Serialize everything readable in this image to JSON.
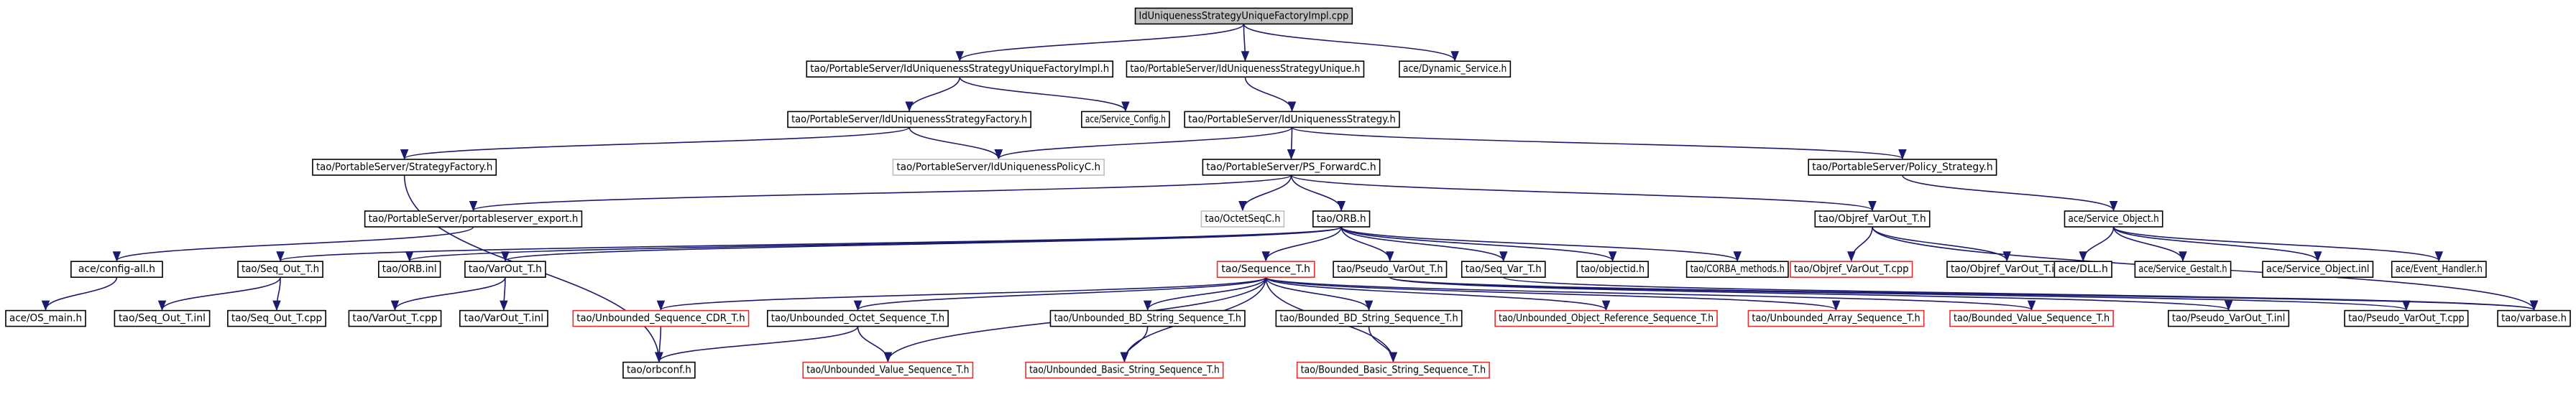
{
  "graph": {
    "colors": {
      "edge": "#1a1a6e",
      "border": "#000000",
      "missing": "#e03030",
      "gray": "#bfbfbf",
      "root_fill": "#bfbfbf"
    },
    "nodes": [
      {
        "id": "root",
        "label": "IdUniquenessStrategyUniqueFactoryImpl.cpp",
        "kind": "root"
      },
      {
        "id": "ufi",
        "label": "tao/PortableServer/IdUniquenessStrategyUniqueFactoryImpl.h",
        "kind": "normal"
      },
      {
        "id": "uni",
        "label": "tao/PortableServer/IdUniquenessStrategyUnique.h",
        "kind": "normal"
      },
      {
        "id": "dyn",
        "label": "ace/Dynamic_Service.h",
        "kind": "normal"
      },
      {
        "id": "fac",
        "label": "tao/PortableServer/IdUniquenessStrategyFactory.h",
        "kind": "normal"
      },
      {
        "id": "scfg",
        "label": "ace/Service_Config.h",
        "kind": "normal"
      },
      {
        "id": "strat",
        "label": "tao/PortableServer/IdUniquenessStrategy.h",
        "kind": "normal"
      },
      {
        "id": "sf",
        "label": "tao/PortableServer/StrategyFactory.h",
        "kind": "normal"
      },
      {
        "id": "pol",
        "label": "tao/PortableServer/IdUniquenessPolicyC.h",
        "kind": "gray"
      },
      {
        "id": "psf",
        "label": "tao/PortableServer/PS_ForwardC.h",
        "kind": "normal"
      },
      {
        "id": "polstr",
        "label": "tao/PortableServer/Policy_Strategy.h",
        "kind": "normal"
      },
      {
        "id": "pse",
        "label": "tao/PortableServer/portableserver_export.h",
        "kind": "normal"
      },
      {
        "id": "octet",
        "label": "tao/OctetSeqC.h",
        "kind": "gray"
      },
      {
        "id": "orb",
        "label": "tao/ORB.h",
        "kind": "normal"
      },
      {
        "id": "objv",
        "label": "tao/Objref_VarOut_T.h",
        "kind": "normal"
      },
      {
        "id": "svcobj",
        "label": "ace/Service_Object.h",
        "kind": "normal"
      },
      {
        "id": "cfgall",
        "label": "ace/config-all.h",
        "kind": "normal"
      },
      {
        "id": "seqout",
        "label": "tao/Seq_Out_T.h",
        "kind": "normal"
      },
      {
        "id": "orbinl",
        "label": "tao/ORB.inl",
        "kind": "normal"
      },
      {
        "id": "varout",
        "label": "tao/VarOut_T.h",
        "kind": "normal"
      },
      {
        "id": "seqt",
        "label": "tao/Sequence_T.h",
        "kind": "missing"
      },
      {
        "id": "pvo",
        "label": "tao/Pseudo_VarOut_T.h",
        "kind": "normal"
      },
      {
        "id": "seqv",
        "label": "tao/Seq_Var_T.h",
        "kind": "normal"
      },
      {
        "id": "objid",
        "label": "tao/objectid.h",
        "kind": "normal"
      },
      {
        "id": "corba",
        "label": "tao/CORBA_methods.h",
        "kind": "normal"
      },
      {
        "id": "objvcpp",
        "label": "tao/Objref_VarOut_T.cpp",
        "kind": "missing"
      },
      {
        "id": "objvinl",
        "label": "tao/Objref_VarOut_T.inl",
        "kind": "normal"
      },
      {
        "id": "dll",
        "label": "ace/DLL.h",
        "kind": "normal"
      },
      {
        "id": "gest",
        "label": "ace/Service_Gestalt.h",
        "kind": "normal"
      },
      {
        "id": "svcinl",
        "label": "ace/Service_Object.inl",
        "kind": "normal"
      },
      {
        "id": "evh",
        "label": "ace/Event_Handler.h",
        "kind": "normal"
      },
      {
        "id": "osmain",
        "label": "ace/OS_main.h",
        "kind": "normal"
      },
      {
        "id": "seqoinl",
        "label": "tao/Seq_Out_T.inl",
        "kind": "normal"
      },
      {
        "id": "seqocpp",
        "label": "tao/Seq_Out_T.cpp",
        "kind": "normal"
      },
      {
        "id": "varcpp",
        "label": "tao/VarOut_T.cpp",
        "kind": "normal"
      },
      {
        "id": "varinl",
        "label": "tao/VarOut_T.inl",
        "kind": "normal"
      },
      {
        "id": "ucdr",
        "label": "tao/Unbounded_Sequence_CDR_T.h",
        "kind": "missing"
      },
      {
        "id": "uoct",
        "label": "tao/Unbounded_Octet_Sequence_T.h",
        "kind": "normal"
      },
      {
        "id": "ubds",
        "label": "tao/Unbounded_BD_String_Sequence_T.h",
        "kind": "normal"
      },
      {
        "id": "bbds",
        "label": "tao/Bounded_BD_String_Sequence_T.h",
        "kind": "normal"
      },
      {
        "id": "uobj",
        "label": "tao/Unbounded_Object_Reference_Sequence_T.h",
        "kind": "missing"
      },
      {
        "id": "uarr",
        "label": "tao/Unbounded_Array_Sequence_T.h",
        "kind": "missing"
      },
      {
        "id": "bval",
        "label": "tao/Bounded_Value_Sequence_T.h",
        "kind": "missing"
      },
      {
        "id": "pvinl",
        "label": "tao/Pseudo_VarOut_T.inl",
        "kind": "normal"
      },
      {
        "id": "pvcpp",
        "label": "tao/Pseudo_VarOut_T.cpp",
        "kind": "normal"
      },
      {
        "id": "varbase",
        "label": "tao/varbase.h",
        "kind": "normal"
      },
      {
        "id": "orbconf",
        "label": "tao/orbconf.h",
        "kind": "normal"
      },
      {
        "id": "uval",
        "label": "tao/Unbounded_Value_Sequence_T.h",
        "kind": "missing"
      },
      {
        "id": "ubasic",
        "label": "tao/Unbounded_Basic_String_Sequence_T.h",
        "kind": "missing"
      },
      {
        "id": "bbasic",
        "label": "tao/Bounded_Basic_String_Sequence_T.h",
        "kind": "missing"
      }
    ],
    "edges": [
      [
        "root",
        "ufi"
      ],
      [
        "root",
        "uni"
      ],
      [
        "root",
        "dyn"
      ],
      [
        "ufi",
        "fac"
      ],
      [
        "ufi",
        "scfg"
      ],
      [
        "uni",
        "strat"
      ],
      [
        "fac",
        "sf"
      ],
      [
        "fac",
        "pol"
      ],
      [
        "strat",
        "pol"
      ],
      [
        "strat",
        "psf"
      ],
      [
        "strat",
        "polstr"
      ],
      [
        "sf",
        "orbconf"
      ],
      [
        "psf",
        "pse"
      ],
      [
        "psf",
        "octet"
      ],
      [
        "psf",
        "orb"
      ],
      [
        "psf",
        "objv"
      ],
      [
        "polstr",
        "svcobj"
      ],
      [
        "pse",
        "cfgall"
      ],
      [
        "cfgall",
        "osmain"
      ],
      [
        "orb",
        "seqout"
      ],
      [
        "orb",
        "orbinl"
      ],
      [
        "orb",
        "varout"
      ],
      [
        "orb",
        "seqt"
      ],
      [
        "orb",
        "pvo"
      ],
      [
        "orb",
        "seqv"
      ],
      [
        "orb",
        "objid"
      ],
      [
        "orb",
        "corba"
      ],
      [
        "objv",
        "objvcpp"
      ],
      [
        "objv",
        "objvinl"
      ],
      [
        "objv",
        "varbase"
      ],
      [
        "svcobj",
        "dll"
      ],
      [
        "svcobj",
        "gest"
      ],
      [
        "svcobj",
        "svcinl"
      ],
      [
        "svcobj",
        "evh"
      ],
      [
        "seqout",
        "seqoinl"
      ],
      [
        "seqout",
        "seqocpp"
      ],
      [
        "varout",
        "varcpp"
      ],
      [
        "varout",
        "varinl"
      ],
      [
        "seqt",
        "ucdr"
      ],
      [
        "seqt",
        "uoct"
      ],
      [
        "seqt",
        "ubds"
      ],
      [
        "seqt",
        "bbds"
      ],
      [
        "seqt",
        "uobj"
      ],
      [
        "seqt",
        "uarr"
      ],
      [
        "seqt",
        "bval"
      ],
      [
        "seqt",
        "uval"
      ],
      [
        "seqt",
        "ubasic"
      ],
      [
        "seqt",
        "bbasic"
      ],
      [
        "pvo",
        "pvinl"
      ],
      [
        "pvo",
        "pvcpp"
      ],
      [
        "pvo",
        "varbase"
      ],
      [
        "seqv",
        "varbase"
      ],
      [
        "ucdr",
        "orbconf"
      ],
      [
        "uoct",
        "orbconf"
      ],
      [
        "uoct",
        "uval"
      ],
      [
        "ubds",
        "ubasic"
      ],
      [
        "bbds",
        "bbasic"
      ]
    ]
  }
}
